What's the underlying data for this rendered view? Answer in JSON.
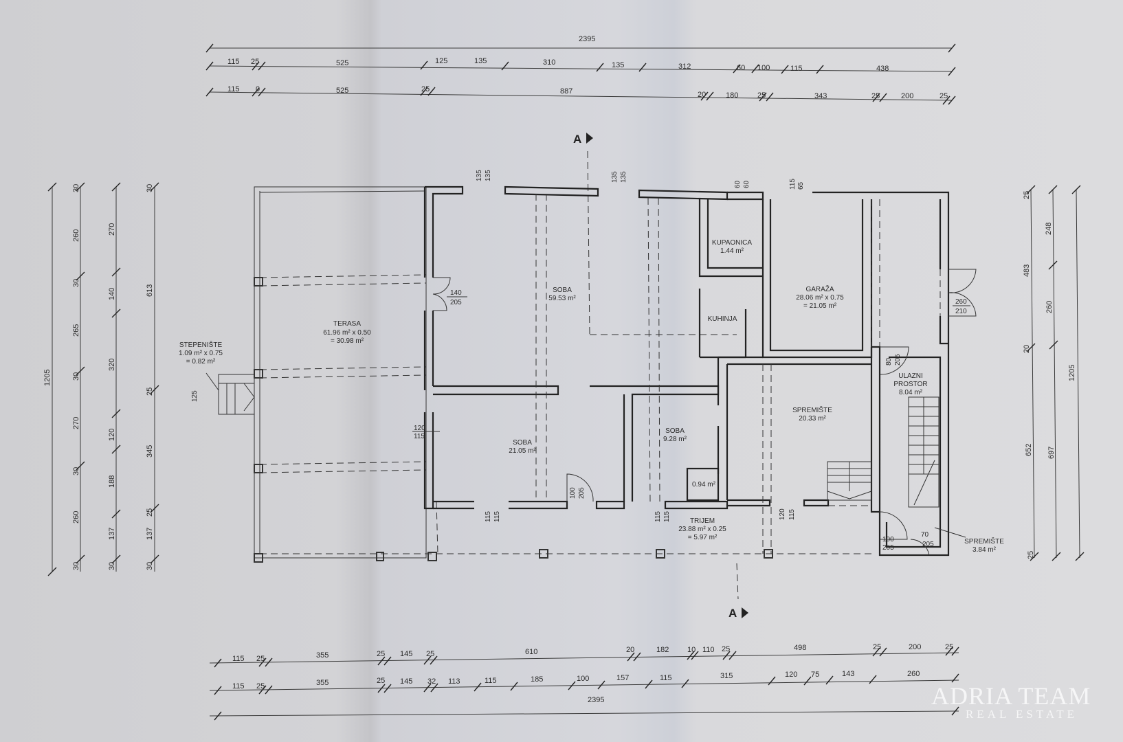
{
  "plan": {
    "section_marker": "A",
    "dimensions_top": {
      "overall": "2395",
      "row1": [
        "115",
        "25",
        "525",
        "125",
        "135",
        "310",
        "135",
        "312",
        "60",
        "100",
        "115",
        "438"
      ],
      "row2": [
        "115",
        "0",
        "525",
        "25",
        "887",
        "20",
        "180",
        "25",
        "343",
        "25",
        "200",
        "25"
      ]
    },
    "dimensions_bottom": {
      "row1": [
        "115",
        "25",
        "355",
        "25",
        "145",
        "25",
        "610",
        "20",
        "182",
        "10",
        "110",
        "25",
        "498",
        "25",
        "200",
        "25"
      ],
      "row2": [
        "115",
        "25",
        "355",
        "25",
        "145",
        "32",
        "113",
        "115",
        "185",
        "100",
        "157",
        "115",
        "315",
        "120",
        "75",
        "143",
        "260"
      ],
      "overall": "2395"
    },
    "dimensions_left": {
      "overall": "1205",
      "col1": [
        "30",
        "260",
        "30",
        "265",
        "30",
        "270",
        "30",
        "260",
        "30"
      ],
      "col2": [
        "270",
        "140",
        "320",
        "120",
        "188",
        "137",
        "30"
      ],
      "col3": [
        "30",
        "613",
        "25",
        "345",
        "25",
        "137",
        "30"
      ]
    },
    "dimensions_right": {
      "col1": [
        "25",
        "483",
        "20",
        "652",
        "25"
      ],
      "col2": [
        "248",
        "260",
        "697"
      ],
      "overall": "1205"
    },
    "openings": {
      "window_top_1": [
        "135",
        "135"
      ],
      "window_top_2": [
        "135",
        "135"
      ],
      "window_top_3": [
        "60",
        "60"
      ],
      "window_top_4": [
        "115",
        "65"
      ],
      "door_terrace": [
        "140",
        "205"
      ],
      "door_garage": [
        "260",
        "210"
      ],
      "door_entry": [
        "80",
        "205"
      ],
      "window_west": [
        "120",
        "115"
      ],
      "door_soba": [
        "100",
        "205"
      ],
      "window_south_1": [
        "115",
        "115"
      ],
      "window_south_2": [
        "115",
        "115"
      ],
      "window_south_3": [
        "120",
        "115"
      ],
      "door_south_1": [
        "100",
        "205"
      ],
      "door_south_2": [
        "70",
        "205"
      ],
      "stair_dim": "125"
    },
    "rooms": {
      "terasa": {
        "name": "TERASA",
        "line1": "61.96 m² x 0.50",
        "line2": "= 30.98 m²"
      },
      "stepeniste": {
        "name": "STEPENIŠTE",
        "line1": "1.09 m² x 0.75",
        "line2": "= 0.82 m²"
      },
      "soba_large": {
        "name": "SOBA",
        "area": "59.53 m²"
      },
      "kupaonica": {
        "name": "KUPAONICA",
        "area": "1.44 m²"
      },
      "kuhinja": {
        "name": "KUHINJA"
      },
      "garaza": {
        "name": "GARAŽA",
        "line1": "28.06 m² x 0.75",
        "line2": "= 21.05 m²"
      },
      "ulazni": {
        "name1": "ULAZNI",
        "name2": "PROSTOR",
        "area": "8.04 m²"
      },
      "spremiste_large": {
        "name": "SPREMIŠTE",
        "area": "20.33 m²"
      },
      "soba_sw": {
        "name": "SOBA",
        "area": "21.05 m²"
      },
      "soba_small": {
        "name": "SOBA",
        "area": "9.28 m²"
      },
      "wc_small": {
        "area": "0.94 m²"
      },
      "trijem": {
        "name": "TRIJEM",
        "line1": "23.88 m² x 0.25",
        "line2": "= 5.97 m²"
      },
      "spremiste_small": {
        "name": "SPREMIŠTE",
        "area": "3.84 m²"
      }
    }
  },
  "watermark": {
    "line1": "ADRIA TEAM",
    "line2": "REAL ESTATE"
  }
}
